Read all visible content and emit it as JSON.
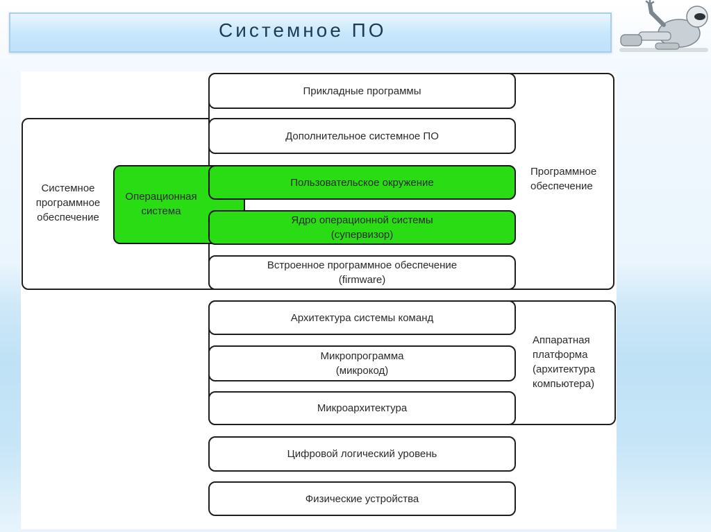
{
  "slide": {
    "title": "Системное ПО"
  },
  "diagram": {
    "layers": [
      "Прикладные программы",
      "Дополнительное системное ПО",
      "Пользовательское окружение",
      "Ядро операционной системы\n(супервизор)",
      "Встроенное программное обеспечение\n(firmware)",
      "Архитектура системы команд",
      "Микропрограмма\n(микрокод)",
      "Микроархитектура",
      "Цифровой логический уровень",
      "Физические устройства"
    ],
    "groups": {
      "system_software": "Системное\nпрограммное\nобеспечение",
      "operating_system": "Операционная\nсистема",
      "software": "Программное\nобеспечение",
      "hardware_platform": "Аппаратная\nплатформа\n(архитектура\nкомпьютера)"
    }
  },
  "colors": {
    "highlight": "#29dc14",
    "title_bar": "#c6e6fb",
    "border": "#1e1e1e"
  },
  "icons": [
    "robot-mascot-icon"
  ]
}
